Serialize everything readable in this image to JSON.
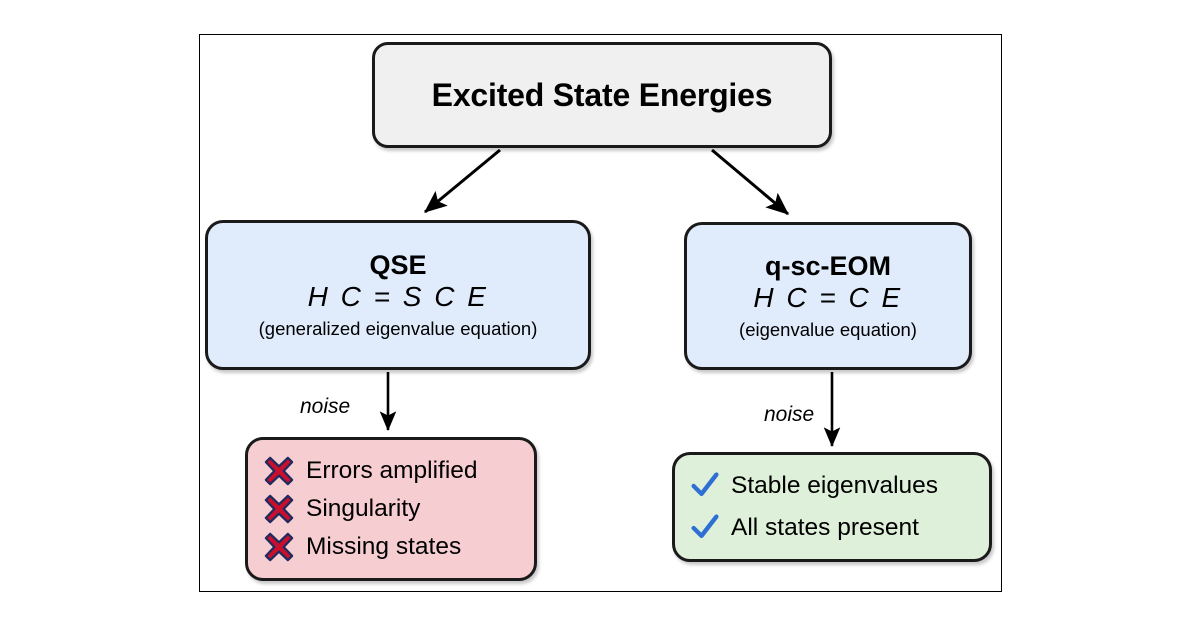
{
  "diagram": {
    "type": "flowchart",
    "root": {
      "label": "Excited State Energies",
      "fill": "#f0f0f0"
    },
    "methods": [
      {
        "id": "qse",
        "title": "QSE",
        "equation": "H C = S C E",
        "subtitle": "(generalized eigenvalue equation)",
        "fill": "#e0ebfb"
      },
      {
        "id": "q-sc-eom",
        "title": "q-sc-EOM",
        "equation": "H C = C E",
        "subtitle": "(eigenvalue equation)",
        "fill": "#e0ebfb"
      }
    ],
    "edge_labels": {
      "left_noise": "noise",
      "right_noise": "noise"
    },
    "outcomes": {
      "negative": {
        "fill": "#f6cdd1",
        "icon": "cross-mark-icon",
        "icon_color": "#c8102e",
        "icon_outline": "#1f2a5e",
        "items": [
          "Errors amplified",
          "Singularity",
          "Missing states"
        ]
      },
      "positive": {
        "fill": "#dff0da",
        "icon": "check-mark-icon",
        "icon_color": "#2e6fd4",
        "items": [
          "Stable eigenvalues",
          "All states present"
        ]
      }
    },
    "colors": {
      "border": "#1a1a1a",
      "frame": "#000000",
      "background": "#ffffff"
    }
  }
}
